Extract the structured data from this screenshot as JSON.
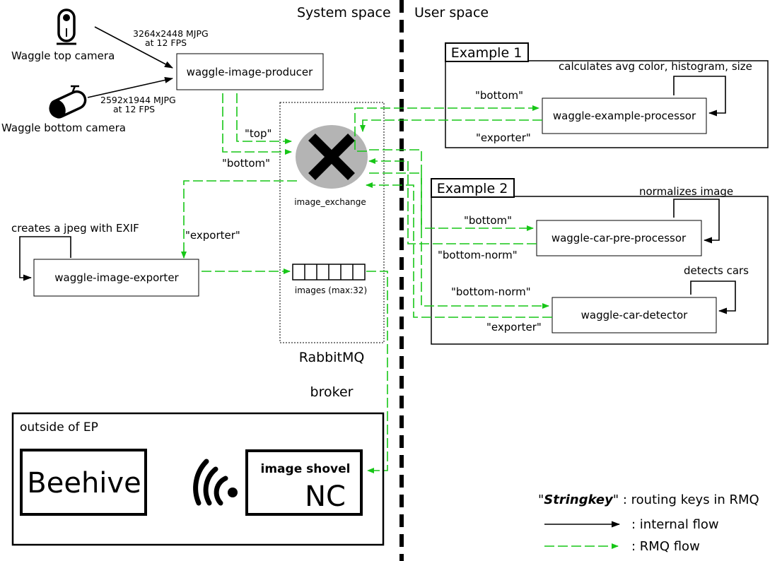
{
  "regions": {
    "system_space": "System space",
    "user_space": "User space"
  },
  "cameras": {
    "top": {
      "label": "Waggle top camera",
      "spec_line1": "3264x2448 MJPG",
      "spec_line2": "at 12 FPS"
    },
    "bottom": {
      "label": "Waggle bottom camera",
      "spec_line1": "2592x1944 MJPG",
      "spec_line2": "at 12 FPS"
    }
  },
  "producer": {
    "label": "waggle-image-producer"
  },
  "broker": {
    "name_line1": "RabbitMQ",
    "name_line2": "broker",
    "exchange_label": "image_exchange",
    "queue_label": "images (max:32)"
  },
  "exporter": {
    "label": "waggle-image-exporter",
    "note": "creates a jpeg with EXIF"
  },
  "routing_keys": {
    "top": "\"top\"",
    "bottom_in": "\"bottom\"",
    "exporter_out": "\"exporter\"",
    "ex1_bottom": "\"bottom\"",
    "ex1_exporter": "\"exporter\"",
    "ex2_bottom": "\"bottom\"",
    "ex2_bottom_norm": "\"bottom-norm\"",
    "ex2_det_bottom_norm": "\"bottom-norm\"",
    "ex2_det_exporter": "\"exporter\""
  },
  "example1": {
    "title": "Example 1",
    "processor": "waggle-example-processor",
    "note": "calculates avg color, histogram, size"
  },
  "example2": {
    "title": "Example 2",
    "preprocessor": "waggle-car-pre-processor",
    "preprocessor_note": "normalizes image",
    "detector": "waggle-car-detector",
    "detector_note": "detects cars"
  },
  "outside": {
    "title": "outside of EP",
    "beehive": "Beehive",
    "shovel": "image shovel",
    "nc": "NC"
  },
  "legend": {
    "stringkey_q1": "\"",
    "stringkey_word": "Stringkey",
    "stringkey_q2": "\"",
    "stringkey_desc": " : routing keys in RMQ",
    "internal": ": internal flow",
    "rmq": ": RMQ flow"
  },
  "colors": {
    "rmq_flow": "#17c617",
    "internal_flow": "#000000",
    "exchange_fill": "#b4b4b4"
  },
  "icons": [
    "camera-top-icon",
    "camera-bottom-icon",
    "exchange-x-icon",
    "queue-icon",
    "wifi-icon"
  ]
}
